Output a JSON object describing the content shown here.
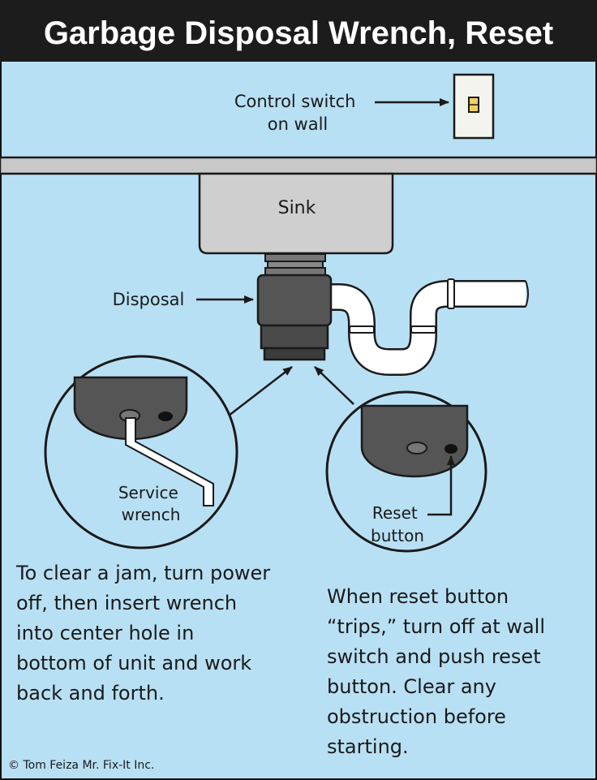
{
  "title": "Garbage Disposal Wrench, Reset",
  "labels": {
    "control_switch": [
      "Control switch",
      "on wall"
    ],
    "sink": "Sink",
    "disposal": "Disposal",
    "service_wrench": [
      "Service",
      "wrench"
    ],
    "reset_button": [
      "Reset",
      "button"
    ]
  },
  "instructions": {
    "clear_jam": [
      "To clear a jam, turn power",
      "off, then insert wrench",
      "into center hole in",
      "bottom of unit and work",
      "back and forth."
    ],
    "reset": [
      "When reset button",
      "“trips,” turn off at wall",
      "switch and push reset",
      "button. Clear any",
      "obstruction before",
      "starting."
    ]
  },
  "credit": "© Tom Feiza Mr. Fix-It Inc.",
  "colors": {
    "background": "#b8e0f4",
    "title_bar": "#1c1c1c",
    "counter": "#c8c8c8",
    "sink": "#cfcfcf",
    "disposal": "#555555",
    "pipe": "#ffffff",
    "switch_plate": "#f4f4ee",
    "switch_toggle": "#f0d060"
  },
  "icons": {
    "wall_switch": "light-switch-icon",
    "disposal_unit": "garbage-disposal-icon",
    "drain_trap": "p-trap-pipe-icon",
    "wrench": "hex-wrench-icon"
  }
}
